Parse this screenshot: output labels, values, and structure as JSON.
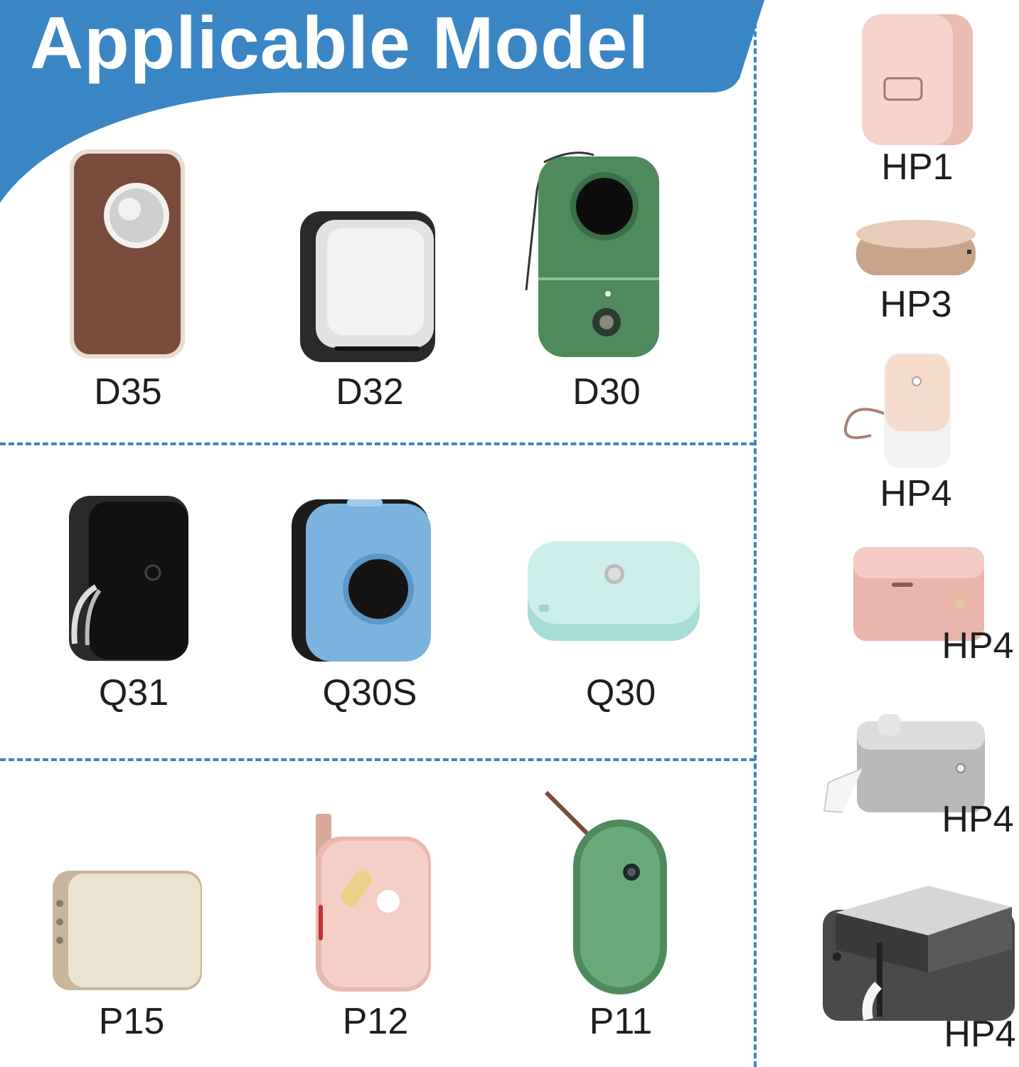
{
  "title": "Applicable Model",
  "colors": {
    "accent": "#3a86c4",
    "label": "#1e1e1e"
  },
  "main_grid": [
    {
      "model": "D35",
      "icon": "d35-printer-icon"
    },
    {
      "model": "D32",
      "icon": "d32-printer-icon"
    },
    {
      "model": "D30",
      "icon": "d30-printer-icon"
    },
    {
      "model": "Q31",
      "icon": "q31-printer-icon"
    },
    {
      "model": "Q30S",
      "icon": "q30s-printer-icon"
    },
    {
      "model": "Q30",
      "icon": "q30-printer-icon"
    },
    {
      "model": "P15",
      "icon": "p15-printer-icon"
    },
    {
      "model": "P12",
      "icon": "p12-printer-icon"
    },
    {
      "model": "P11",
      "icon": "p11-printer-icon"
    }
  ],
  "side_column": [
    {
      "model": "HP1",
      "icon": "hp1-printer-icon"
    },
    {
      "model": "HP3",
      "icon": "hp3-printer-icon"
    },
    {
      "model": "HP4",
      "icon": "hp4-printer-icon"
    },
    {
      "model": "HP4",
      "icon": "hp4-printer-icon"
    },
    {
      "model": "HP4",
      "icon": "hp4-printer-icon"
    },
    {
      "model": "HP4",
      "icon": "hp4-printer-icon"
    }
  ]
}
